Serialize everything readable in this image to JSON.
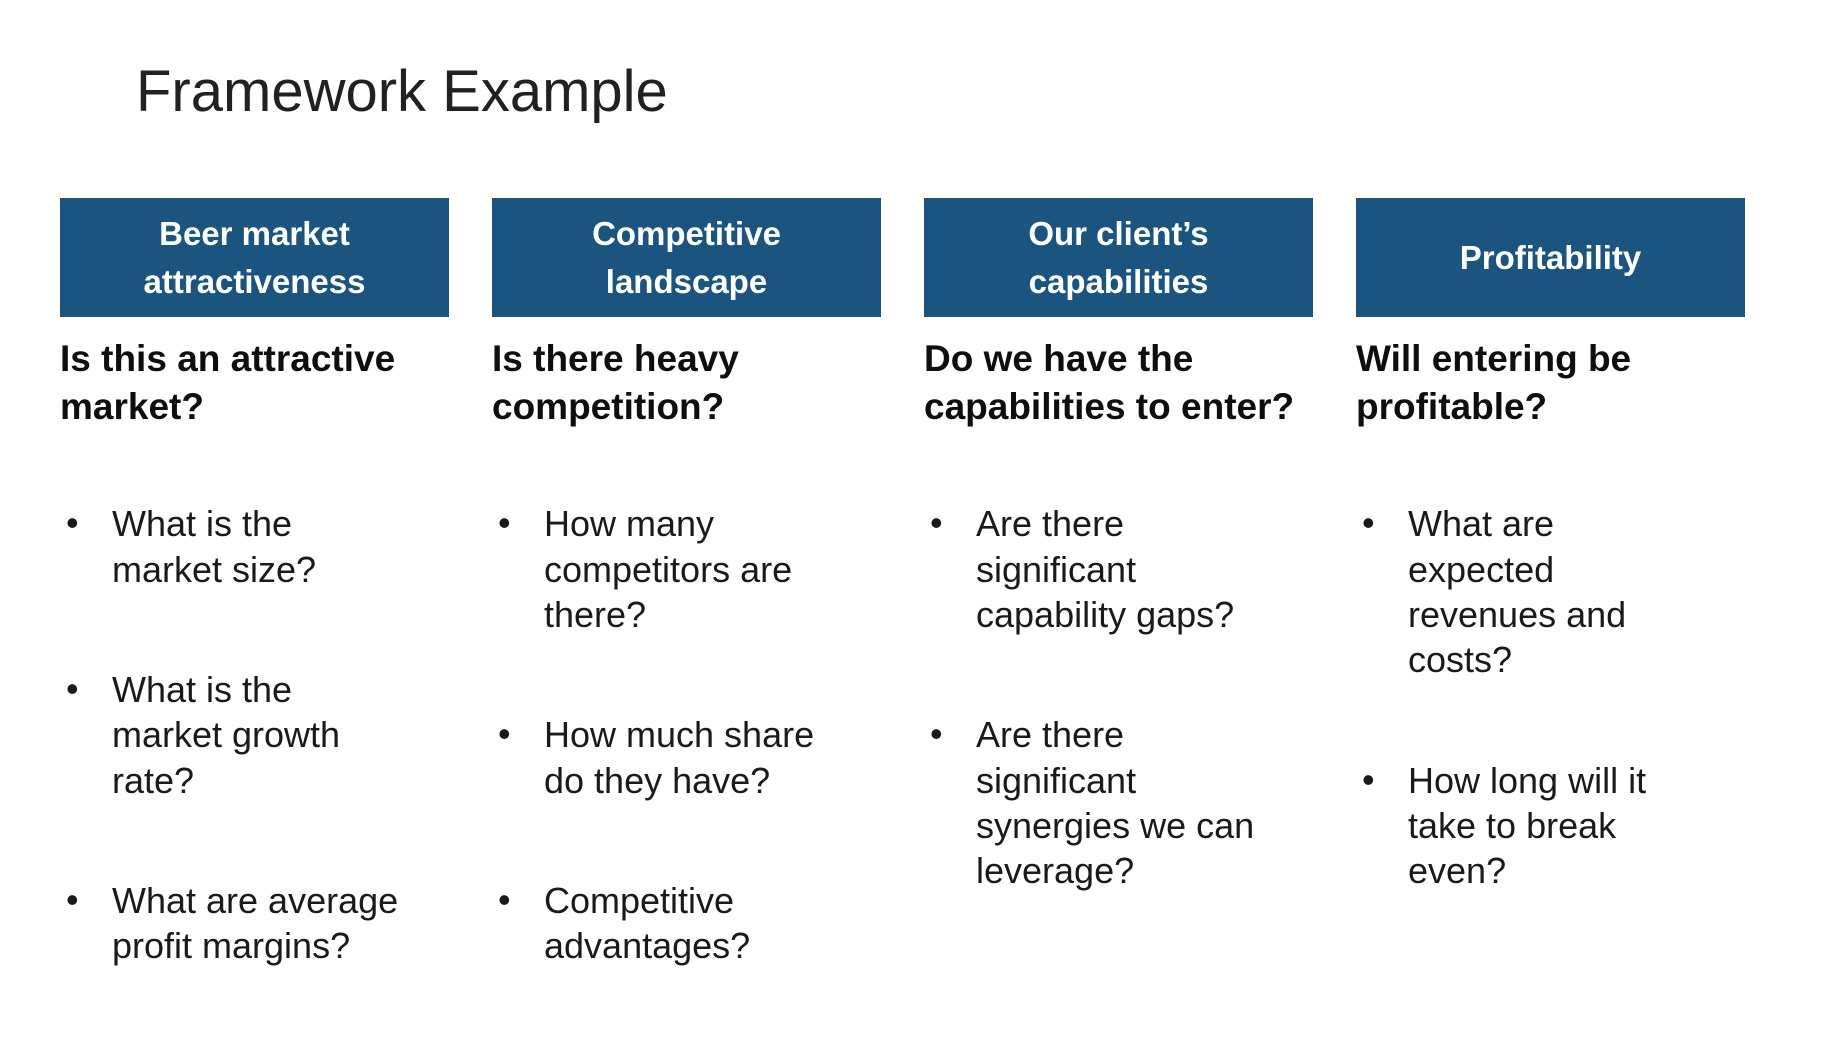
{
  "slide": {
    "title": "Framework Example",
    "colors": {
      "header_background": "#1B547E",
      "header_text": "#FFFFFF",
      "title_text": "#212121",
      "body_text": "#1A1A1A",
      "slide_background": "#FFFFFF"
    },
    "columns": [
      {
        "header": "Beer market\nattractiveness",
        "question": "Is this an attractive\nmarket?",
        "bullets": [
          "What is the\nmarket size?",
          "What is the\nmarket growth\nrate?",
          "What are average\nprofit margins?"
        ]
      },
      {
        "header": "Competitive\nlandscape",
        "question": "Is there heavy\ncompetition?",
        "bullets": [
          "How many\ncompetitors are\nthere?",
          "How much share\ndo they have?",
          "Competitive\nadvantages?"
        ]
      },
      {
        "header": "Our client’s\ncapabilities",
        "question": "Do we have the\ncapabilities to enter?",
        "bullets": [
          "Are there\nsignificant\ncapability gaps?",
          "Are there\nsignificant\nsynergies we can\nleverage?"
        ]
      },
      {
        "header": "Profitability",
        "question": "Will entering be\nprofitable?",
        "bullets": [
          "What are\nexpected\nrevenues and\ncosts?",
          "How long will it\ntake to break\neven?"
        ]
      }
    ]
  }
}
